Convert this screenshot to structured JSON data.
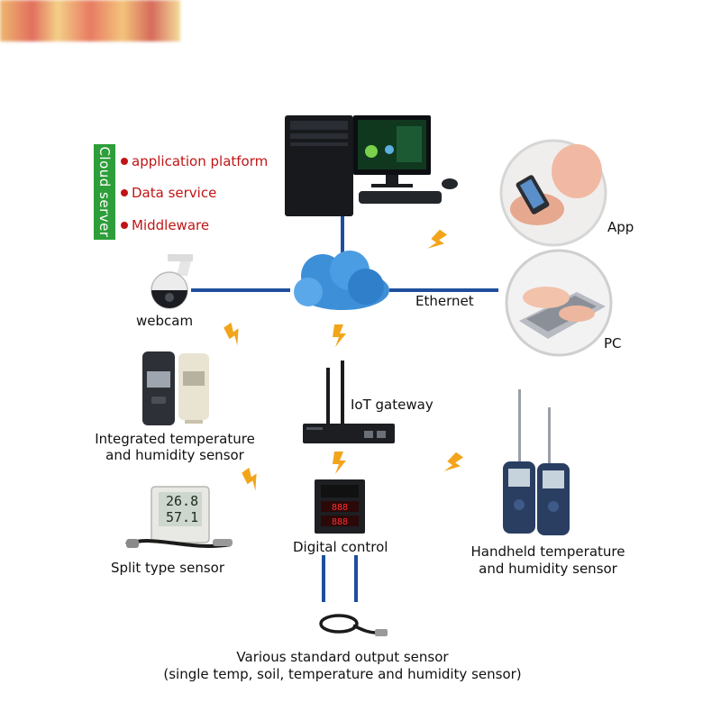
{
  "cloud_server": {
    "tag": "Cloud server",
    "services": [
      "application platform",
      "Data service",
      "Middleware"
    ]
  },
  "nodes": {
    "app": "App",
    "ethernet": "Ethernet",
    "pc": "PC",
    "webcam": "webcam",
    "iot_gateway": "IoT gateway",
    "integrated_sensor": [
      "Integrated temperature",
      "and humidity sensor"
    ],
    "split_sensor": "Split type sensor",
    "digital_control": "Digital control",
    "handheld_sensor": [
      "Handheld temperature",
      "and humidity sensor"
    ],
    "standard_sensor": [
      "Various standard output sensor",
      "(single temp, soil, temperature and humidity sensor)"
    ]
  },
  "device_readouts": {
    "split_sensor_temp": "26.8",
    "split_sensor_hum": "57.1"
  },
  "colors": {
    "link": "#1d4f9c",
    "accent_green": "#2e9e3a",
    "service_red": "#c01515",
    "bolt": "#f2a51a",
    "cloud": "#3d8fd8"
  }
}
